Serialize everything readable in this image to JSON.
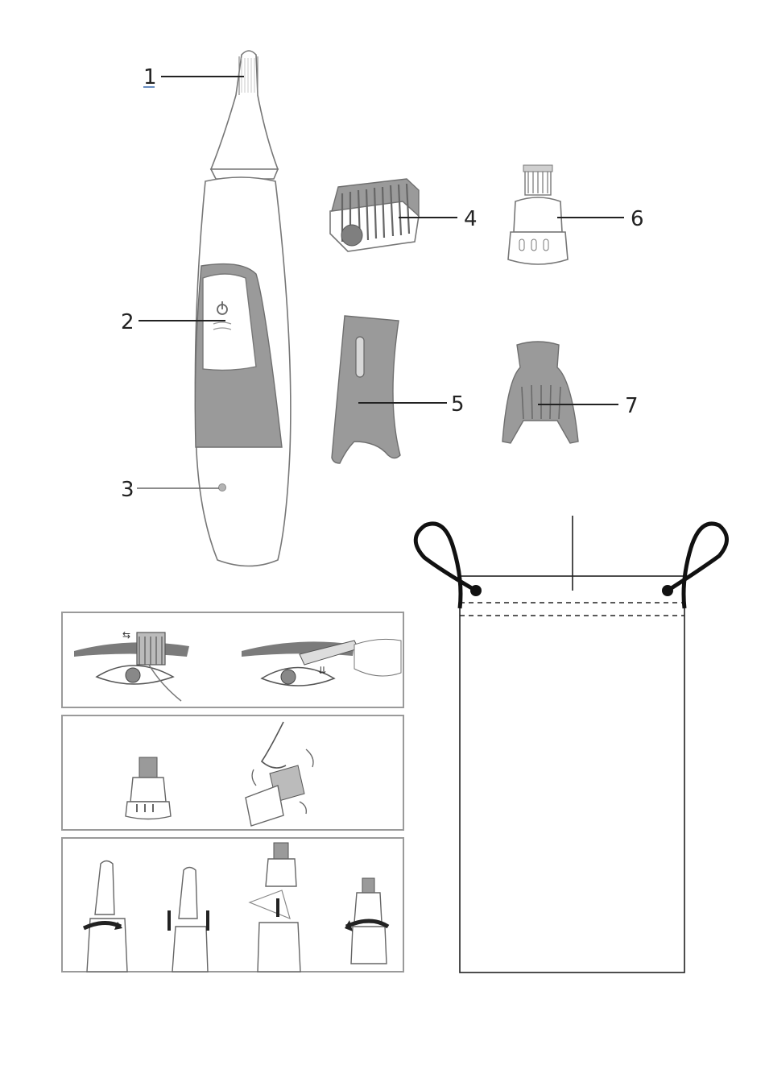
{
  "callouts": {
    "c1": "1",
    "c2": "2",
    "c3": "3",
    "c4": "4",
    "c5": "5",
    "c6": "6",
    "c7": "7"
  },
  "colors": {
    "grey_part": "#9a9a9a",
    "outline": "#777777",
    "ink": "#222222"
  },
  "icons": {
    "power_button": "power-icon"
  }
}
